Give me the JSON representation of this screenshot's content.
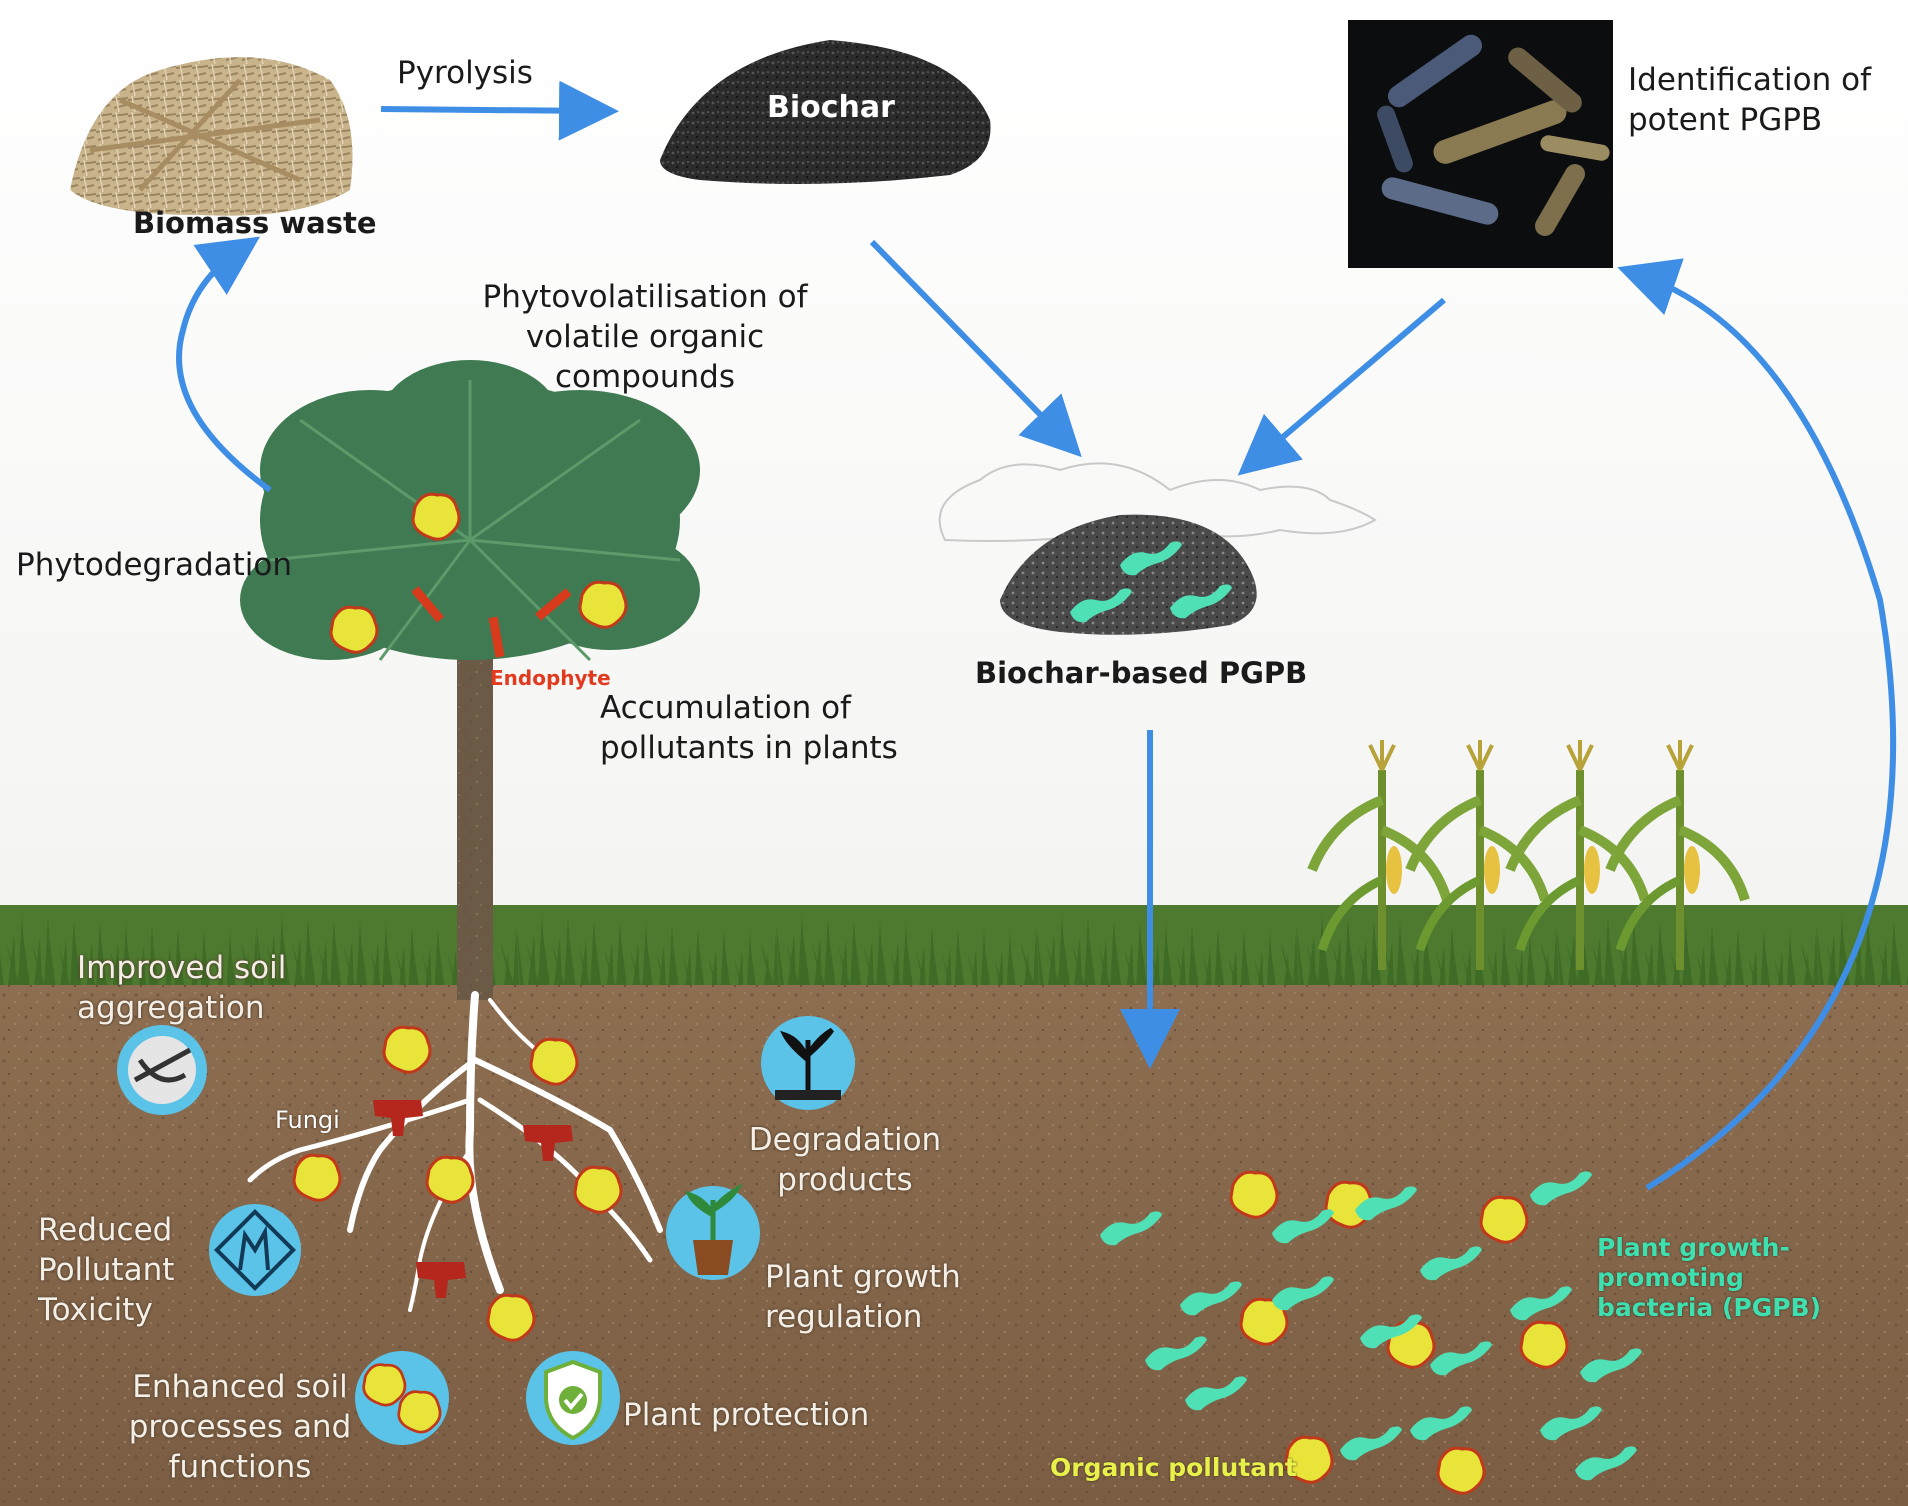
{
  "labels": {
    "pyrolysis": "Pyrolysis",
    "biochar": "Biochar",
    "biomass_waste": "Biomass waste",
    "identification": [
      "Identification of",
      "potent PGPB"
    ],
    "phytovolatilisation": [
      "Phytovolatilisation of",
      "volatile organic",
      "compounds"
    ],
    "phytodegradation": "Phytodegradation",
    "endophyte": "Endophyte",
    "accumulation": [
      "Accumulation of",
      "pollutants in plants"
    ],
    "biochar_based_pgpb": "Biochar-based PGPB",
    "improved_soil": [
      "Improved soil",
      "aggregation"
    ],
    "fungi": "Fungi",
    "degradation_products": [
      "Degradation",
      "products"
    ],
    "reduced_toxicity": [
      "Reduced",
      "Pollutant",
      "Toxicity"
    ],
    "plant_growth_regulation": [
      "Plant growth",
      "regulation"
    ],
    "enhanced_soil": [
      "Enhanced soil",
      "processes and",
      "functions"
    ],
    "plant_protection": "Plant protection",
    "pgpb": [
      "Plant growth-",
      "promoting",
      "bacteria (PGPB)"
    ],
    "organic_pollutant": "Organic pollutant"
  },
  "colors": {
    "arrow": "#3f8ee6",
    "soil": "#8a6c4f",
    "pollutant": "#e9e43a",
    "pollutant_border": "#c0391b",
    "bacteria": "#4fe0b5",
    "fungi": "#b5261c",
    "icon_circle": "#5bc3e8"
  }
}
